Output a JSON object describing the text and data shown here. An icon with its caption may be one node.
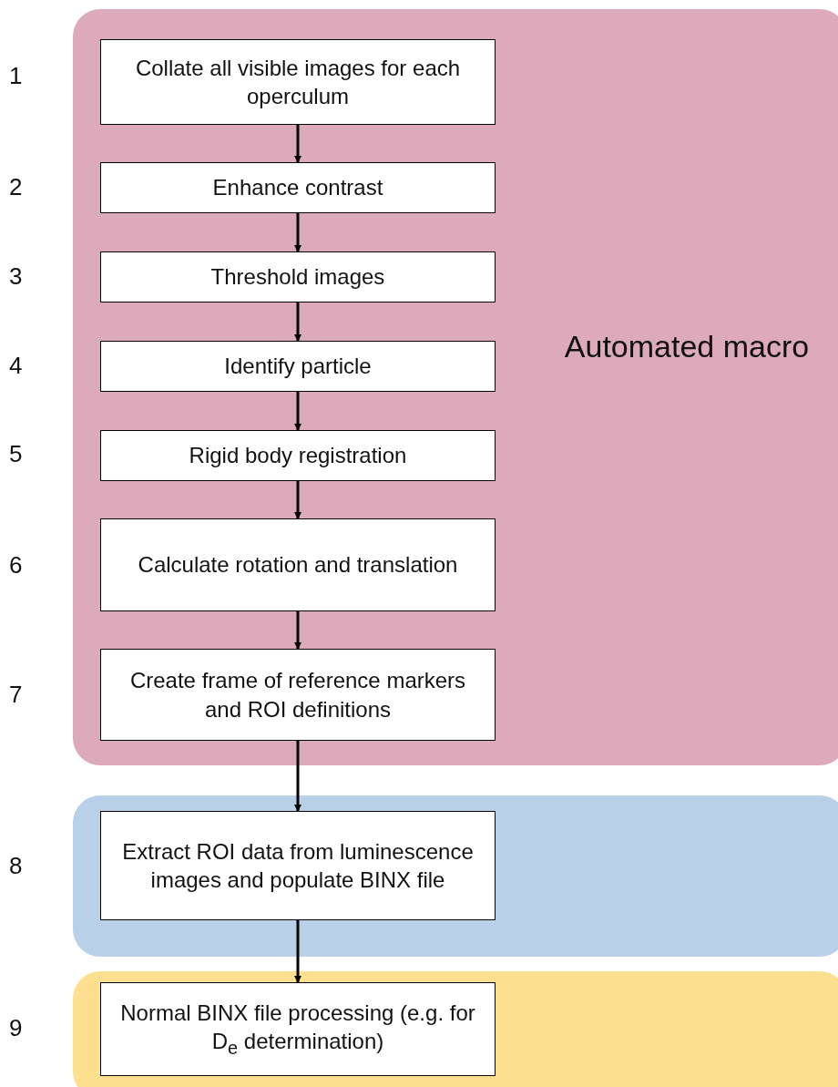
{
  "diagram": {
    "nodes": [
      {
        "text": [
          "Automated macro"
        ]
      },
      {
        "text": [
          "Collate all visible images for each operculum"
        ],
        "in": 0
      },
      {
        "text": [
          "Enhance contrast"
        ],
        "in": 0
      },
      {
        "text": [
          "Threshold images"
        ],
        "in": 0
      },
      {
        "text": [
          "Identify particle"
        ],
        "in": 0
      },
      {
        "text": [
          "Rigid body registration"
        ],
        "in": 0
      },
      {
        "text": [
          "Calculate rotation and translation"
        ],
        "in": 0
      },
      {
        "text": [
          "Create frame of reference markers and ROI definitions"
        ],
        "in": 0
      },
      {
        "text": [],
        "shape": "box"
      },
      {
        "text": [
          "Extract ROI data from luminescence images and populate BINX file"
        ],
        "in": 8
      },
      {
        "text": [],
        "shape": "box"
      },
      {
        "text": [
          "Normal BINX file processing (e.g. for D$_{e}$ determination)"
        ],
        "in": 10
      }
    ],
    "edges": [
      {
        "from": 1,
        "to": 2,
        "arrow": "to"
      },
      {
        "from": 2,
        "to": 3,
        "arrow": "to"
      },
      {
        "from": 3,
        "to": 4,
        "arrow": "to"
      },
      {
        "from": 4,
        "to": 5,
        "arrow": "to"
      },
      {
        "from": 5,
        "to": 6,
        "arrow": "to"
      },
      {
        "from": 6,
        "to": 7,
        "arrow": "to"
      },
      {
        "from": 7,
        "to": 9,
        "arrow": "to"
      },
      {
        "from": 9,
        "to": 11,
        "arrow": "to"
      }
    ],
    "labels": [
      "1",
      "2",
      "3",
      "4",
      "5",
      "6",
      "7",
      "8",
      "9"
    ]
  }
}
